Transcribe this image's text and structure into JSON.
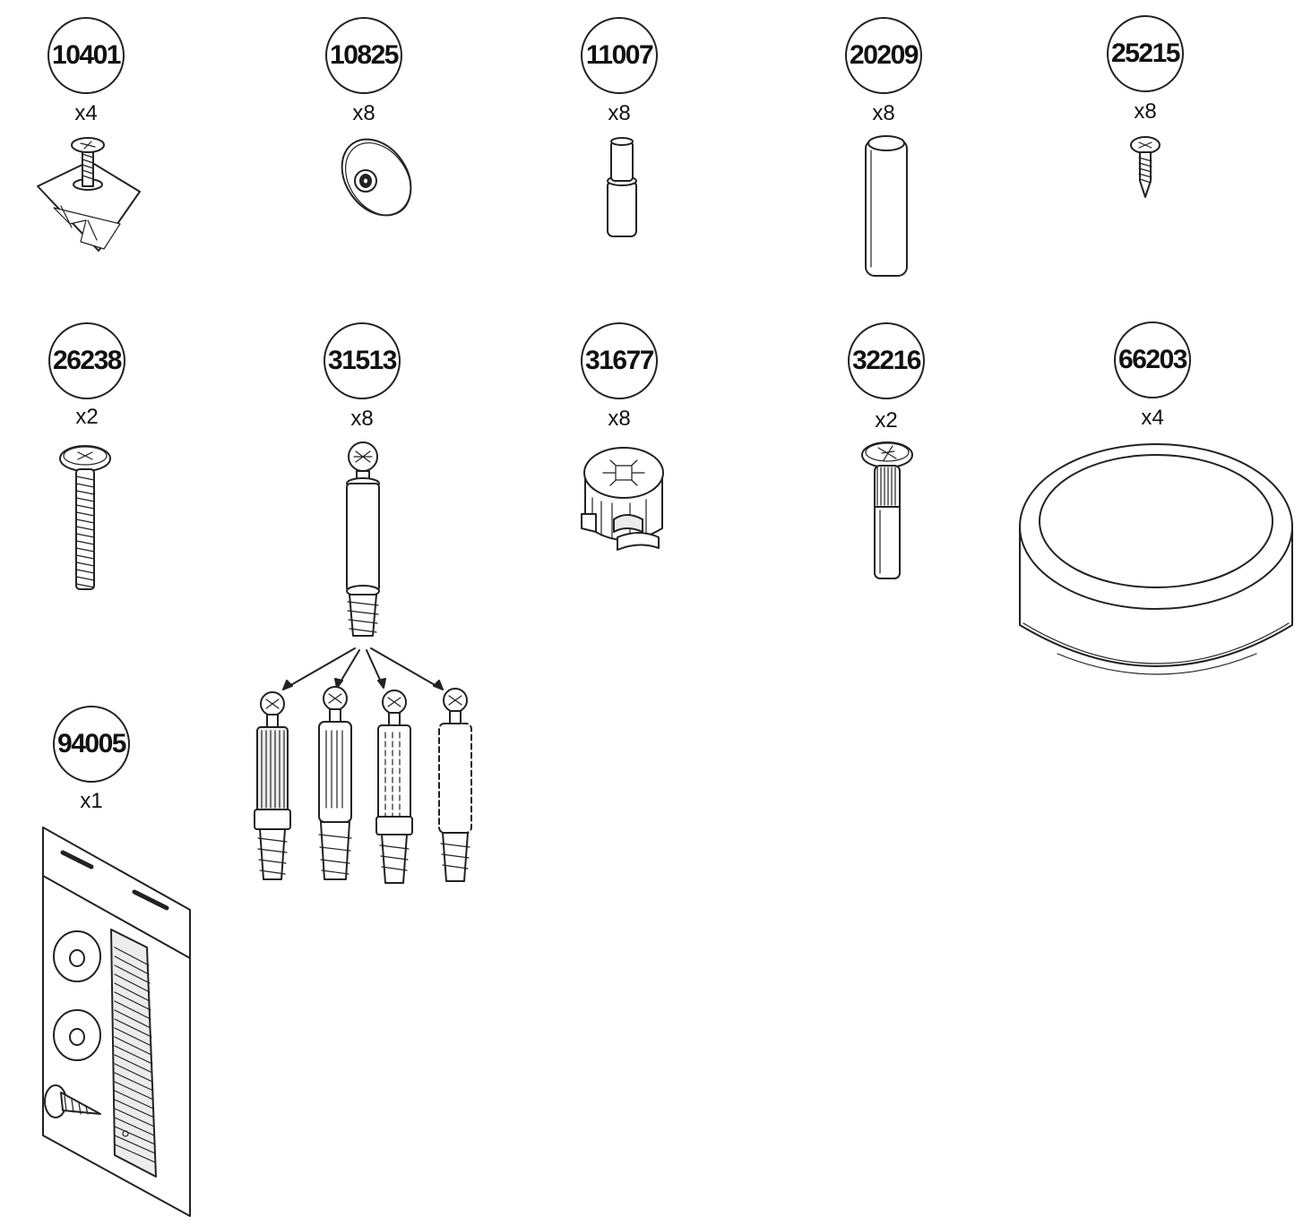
{
  "parts": [
    {
      "id": "10401",
      "qty": "x4"
    },
    {
      "id": "10825",
      "qty": "x8"
    },
    {
      "id": "11007",
      "qty": "x8"
    },
    {
      "id": "20209",
      "qty": "x8"
    },
    {
      "id": "25215",
      "qty": "x8"
    },
    {
      "id": "26238",
      "qty": "x2"
    },
    {
      "id": "31513",
      "qty": "x8"
    },
    {
      "id": "31677",
      "qty": "x8"
    },
    {
      "id": "32216",
      "qty": "x2"
    },
    {
      "id": "66203",
      "qty": "x4"
    },
    {
      "id": "94005",
      "qty": "x1"
    }
  ],
  "icons": {
    "10401": "screw-with-plate-icon",
    "10825": "washer-disc-icon",
    "11007": "short-dowel-icon",
    "20209": "wooden-dowel-icon",
    "25215": "small-screw-icon",
    "26238": "long-machine-screw-icon",
    "31513": "cam-bolt-icon",
    "31677": "cam-lock-icon",
    "32216": "connector-pin-icon",
    "66203": "round-foot-pad-icon",
    "94005": "accessory-pack-icon"
  }
}
